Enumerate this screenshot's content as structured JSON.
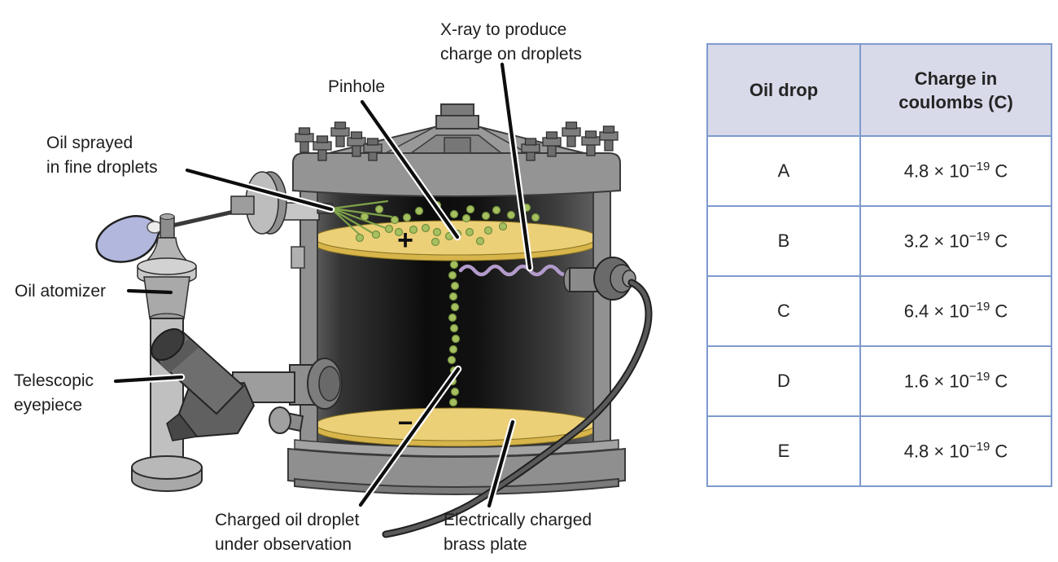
{
  "diagram": {
    "labels": {
      "xray_line1": "X-ray to produce",
      "xray_line2": "charge on droplets",
      "pinhole": "Pinhole",
      "oil_sprayed_line1": "Oil sprayed",
      "oil_sprayed_line2": "in fine droplets",
      "oil_atomizer": "Oil atomizer",
      "telescopic_line1": "Telescopic",
      "telescopic_line2": "eyepiece",
      "charged_droplet_line1": "Charged oil droplet",
      "charged_droplet_line2": "under observation",
      "brass_plate_line1": "Electrically charged",
      "brass_plate_line2": "brass plate"
    },
    "plate_signs": {
      "top_plate": "+",
      "bottom_plate": "−"
    },
    "colors": {
      "brass_plate_yellow": "#ecd078",
      "brass_plate_edge": "#d8b54b",
      "droplet_green": "#a7c05f",
      "spray_green": "#7fa348",
      "xray_wave_purple": "#b29bcb",
      "atomizer_bulb_lavender": "#b1b7dd",
      "apparatus_gray": "#919191",
      "chamber_dark": "#0c0c0c"
    }
  },
  "table": {
    "headers": {
      "col1": "Oil drop",
      "col2_line1": "Charge in",
      "col2_line2": "coulombs (C)"
    },
    "header_bg": "#d8daea",
    "border_color": "#7e9ace",
    "rows": [
      {
        "drop": "A",
        "charge_prefix": "4.8 × 10",
        "charge_exp": "−19",
        "charge_suffix": " C"
      },
      {
        "drop": "B",
        "charge_prefix": "3.2 × 10",
        "charge_exp": "−19",
        "charge_suffix": " C"
      },
      {
        "drop": "C",
        "charge_prefix": "6.4 × 10",
        "charge_exp": "−19",
        "charge_suffix": " C"
      },
      {
        "drop": "D",
        "charge_prefix": "1.6 × 10",
        "charge_exp": "−19",
        "charge_suffix": " C"
      },
      {
        "drop": "E",
        "charge_prefix": "4.8 × 10",
        "charge_exp": "−19",
        "charge_suffix": " C"
      }
    ]
  }
}
